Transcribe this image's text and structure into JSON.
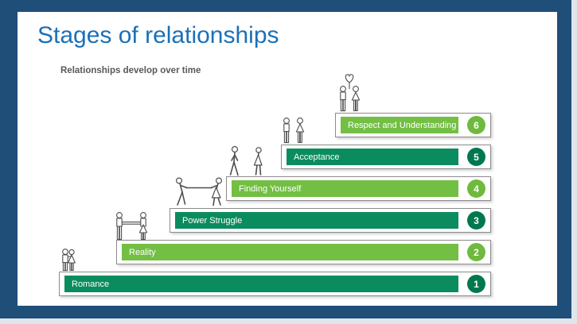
{
  "slide": {
    "title": "Stages of relationships",
    "subtitle": "Relationships develop over time"
  },
  "colors": {
    "frame_navy": "#1F4E79",
    "page_background": "#DEE5EB",
    "title_blue": "#1B70B8",
    "subtitle_gray": "#595959",
    "dark_green_bar": "#0B8C5E",
    "dark_green_circle": "#00784E",
    "light_green_bar": "#72BF44",
    "light_green_circle": "#6FBA3E"
  },
  "steps": [
    {
      "number": "1",
      "label": "Romance",
      "tone": "dark",
      "icon": "embracing-couple-icon"
    },
    {
      "number": "2",
      "label": "Reality",
      "tone": "light",
      "icon": "couple-holding-hands-icon"
    },
    {
      "number": "3",
      "label": "Power Struggle",
      "tone": "dark",
      "icon": "tug-of-war-couple-icon"
    },
    {
      "number": "4",
      "label": "Finding Yourself",
      "tone": "light",
      "icon": "couple-walking-apart-icon"
    },
    {
      "number": "5",
      "label": "Acceptance",
      "tone": "dark",
      "icon": "standing-couple-icon"
    },
    {
      "number": "6",
      "label": "Respect and Understanding",
      "tone": "light",
      "icon": "couple-heart-balloon-icon"
    }
  ]
}
